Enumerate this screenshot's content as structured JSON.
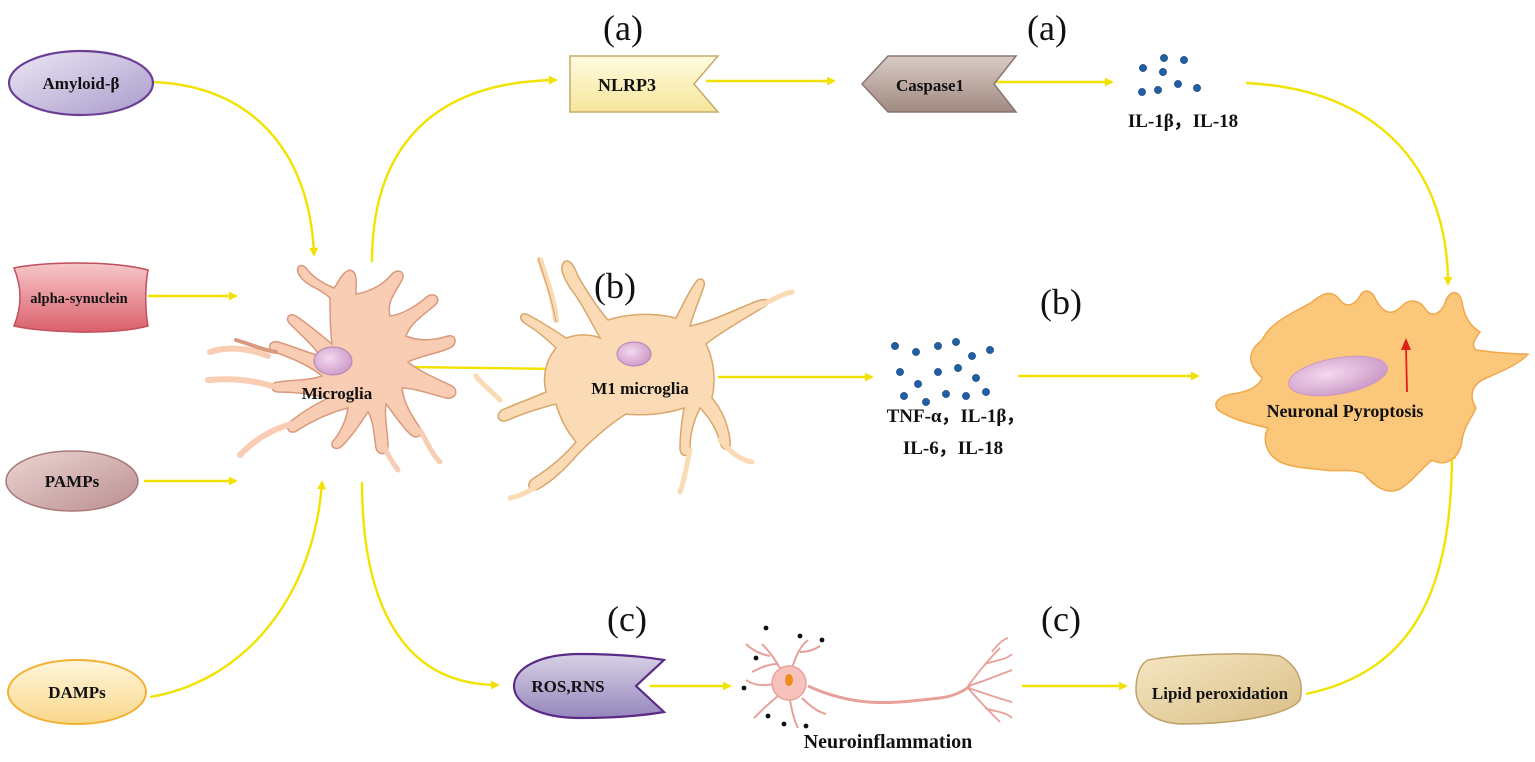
{
  "inputs": {
    "amyloid": "Amyloid-β",
    "synuclein": "alpha-synuclein",
    "pamps": "PAMPs",
    "damps": "DAMPs"
  },
  "cells": {
    "microglia": "Microglia",
    "m1": "M1  microglia",
    "pyroptosis": "Neuronal Pyroptosis",
    "neuroinflammation": "Neuroinflammation"
  },
  "pathway_a": {
    "label_1": "(a)",
    "label_2": "(a)",
    "nlrp3": "NLRP3",
    "caspase": "Caspase1",
    "cytokines": "IL-1β，IL-18"
  },
  "pathway_b": {
    "label_1": "(b)",
    "label_2": "(b)",
    "cytokines_line1": "TNF-α，IL-1β，",
    "cytokines_line2": "IL-6，IL-18"
  },
  "pathway_c": {
    "label_1": "(c)",
    "label_2": "(c)",
    "ros": "ROS,RNS",
    "lipid": "Lipid peroxidation"
  },
  "colors": {
    "arrow": "#f2e200",
    "amyloid_fill": "#c9c0de",
    "amyloid_stroke": "#6b3f96",
    "synuclein_fill": "#e07a84",
    "pamps_fill": "#cfa7a8",
    "damps_fill": "#fde9b8",
    "damps_stroke": "#f2b134",
    "microglia_fill": "#f9cdb4",
    "m1_fill": "#fbdbb5",
    "neuron_fill": "#fbc77a",
    "nucleus_fill": "#e1b5d8",
    "dot": "#1f5fa3"
  }
}
